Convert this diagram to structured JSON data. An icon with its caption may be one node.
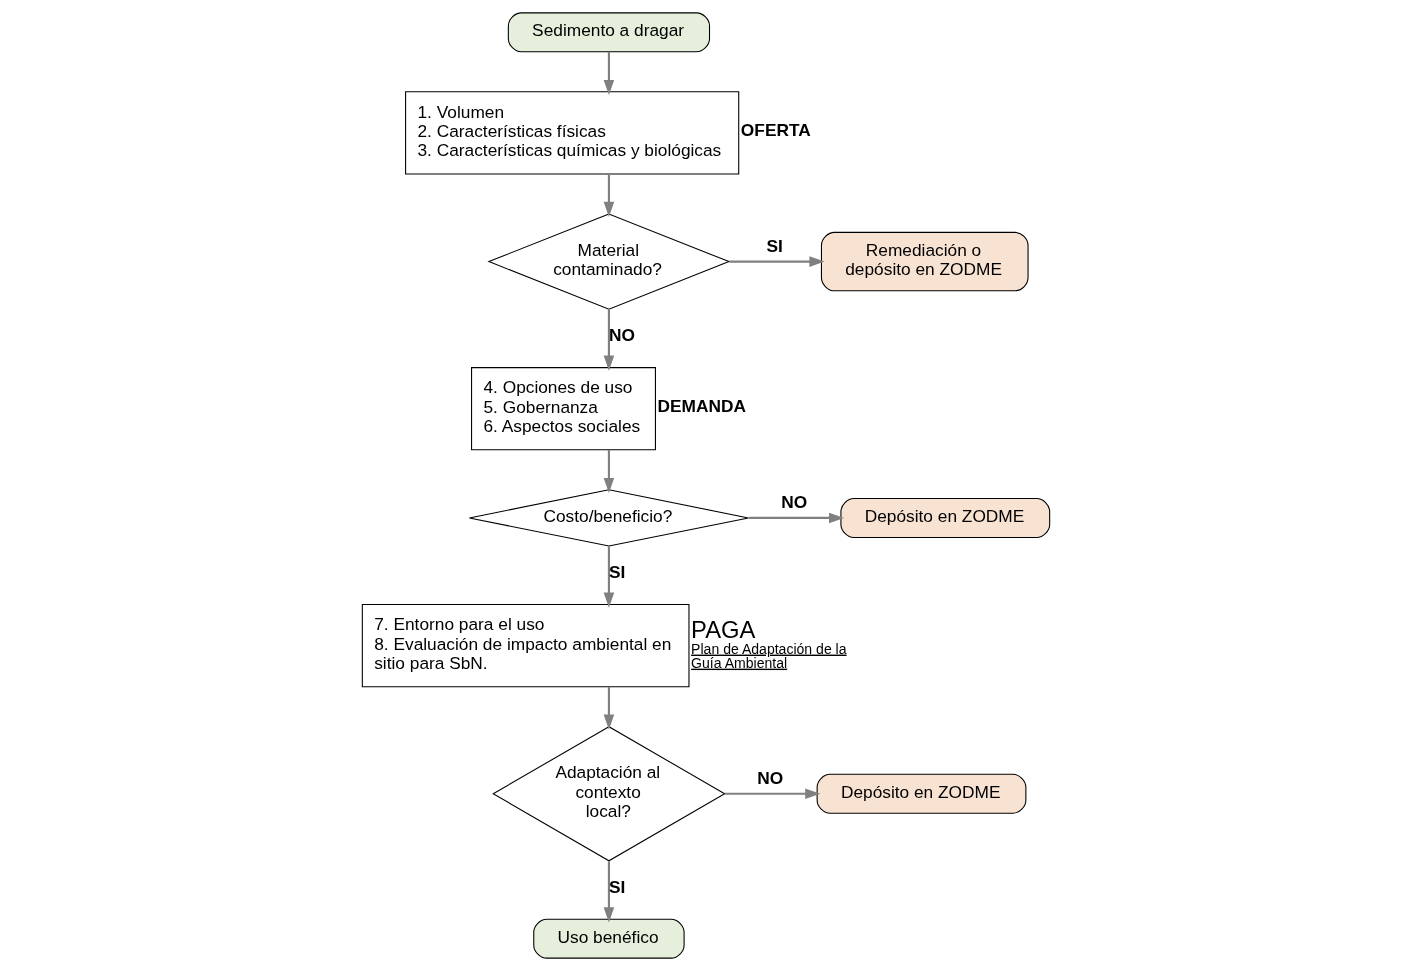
{
  "diagram": {
    "nodes": [
      {
        "text": [
          "Sedimento a dragar"
        ]
      },
      {
        "text": [
          "1. Volumen",
          "2. Características físicas",
          "3. Características químicas y biológicas"
        ],
        "beside": [
          "OFERTA"
        ]
      },
      {
        "text": [
          "Material contaminado?"
        ]
      },
      {
        "text": [
          "Remediación o depósito en ZODME"
        ]
      },
      {
        "text": [
          "4. Opciones de uso",
          "5. Gobernanza",
          "6. Aspectos sociales"
        ],
        "beside": [
          "DEMANDA"
        ]
      },
      {
        "text": [
          "Costo/beneficio?"
        ]
      },
      {
        "text": [
          "Depósito en ZODME"
        ]
      },
      {
        "text": [
          "7. Entorno para el uso",
          "8. Evaluación de impacto ambiental en sitio para SbN."
        ],
        "beside": [
          "PAGA",
          "Plan de Adaptación de la Guía Ambiental"
        ]
      },
      {
        "text": [
          "Adaptación al contexto local?"
        ]
      },
      {
        "text": [
          "Depósito en ZODME"
        ]
      },
      {
        "text": [
          "Uso benéfico"
        ]
      }
    ],
    "edges": [
      {
        "from": 0,
        "to": 1,
        "arrow": "to"
      },
      {
        "from": 1,
        "to": 2,
        "arrow": "to"
      },
      {
        "from": 2,
        "to": 3,
        "arrow": "to",
        "label": "SI"
      },
      {
        "from": 2,
        "to": 4,
        "arrow": "to",
        "label": "NO"
      },
      {
        "from": 4,
        "to": 5,
        "arrow": "to"
      },
      {
        "from": 5,
        "to": 6,
        "arrow": "to",
        "label": "NO"
      },
      {
        "from": 5,
        "to": 7,
        "arrow": "to",
        "label": "SI"
      },
      {
        "from": 7,
        "to": 8,
        "arrow": "to"
      },
      {
        "from": 8,
        "to": 9,
        "arrow": "to",
        "label": "NO"
      },
      {
        "from": 8,
        "to": 10,
        "arrow": "to",
        "label": "SI"
      }
    ]
  }
}
